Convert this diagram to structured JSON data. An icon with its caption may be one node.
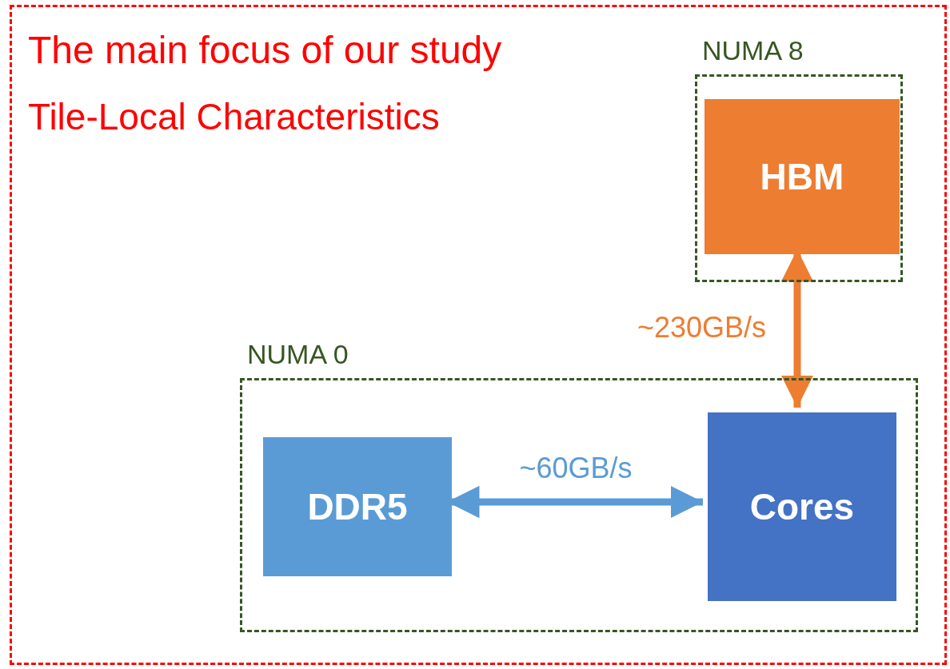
{
  "diagram": {
    "nodes": [
      {
        "text": [
          "The main focus of our study",
          "Tile-Local Characteristics"
        ]
      },
      {
        "text": [
          "NUMA 8"
        ],
        "in": 0
      },
      {
        "text": [
          "HBM"
        ],
        "in": 1
      },
      {
        "text": [
          "NUMA 0"
        ],
        "in": 0
      },
      {
        "text": [
          "DDR5"
        ],
        "in": 3
      },
      {
        "text": [
          "Cores"
        ],
        "in": 3
      }
    ],
    "edges": [
      {
        "from": 2,
        "to": 5,
        "arrow": "both",
        "label": "~230GB/s",
        "color": "#ed7d31"
      },
      {
        "from": 4,
        "to": 5,
        "arrow": "both",
        "label": "~60GB/s",
        "color": "#5b9bd5"
      }
    ]
  }
}
